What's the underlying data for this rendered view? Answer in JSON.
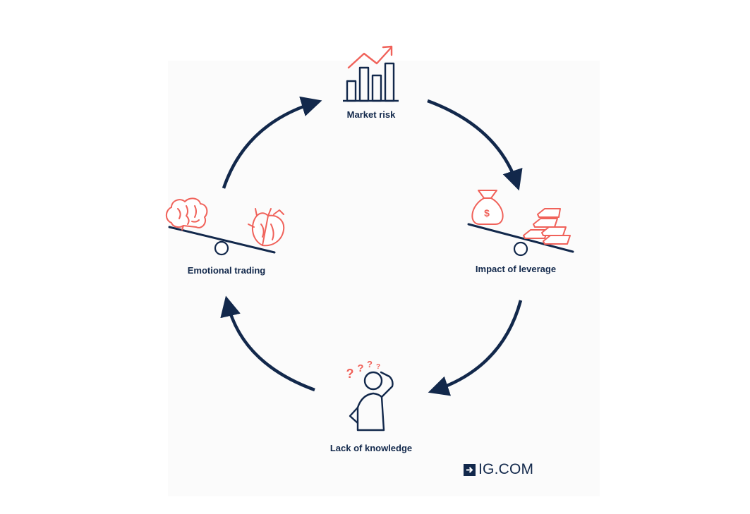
{
  "nodes": {
    "market_risk": {
      "label": "Market risk",
      "icon": "rising-bar-chart-icon"
    },
    "leverage": {
      "label": "Impact of leverage",
      "icon": "money-bag-vs-gold-bars-seesaw-icon"
    },
    "knowledge": {
      "label": "Lack of knowledge",
      "icon": "confused-person-icon"
    },
    "emotional": {
      "label": "Emotional trading",
      "icon": "brain-vs-heart-seesaw-icon"
    }
  },
  "cycle": [
    "Market risk",
    "Impact of leverage",
    "Lack of knowledge",
    "Emotional trading"
  ],
  "logo": {
    "text": "IG.COM"
  },
  "colors": {
    "navy": "#12284b",
    "accent": "#f0625a"
  }
}
